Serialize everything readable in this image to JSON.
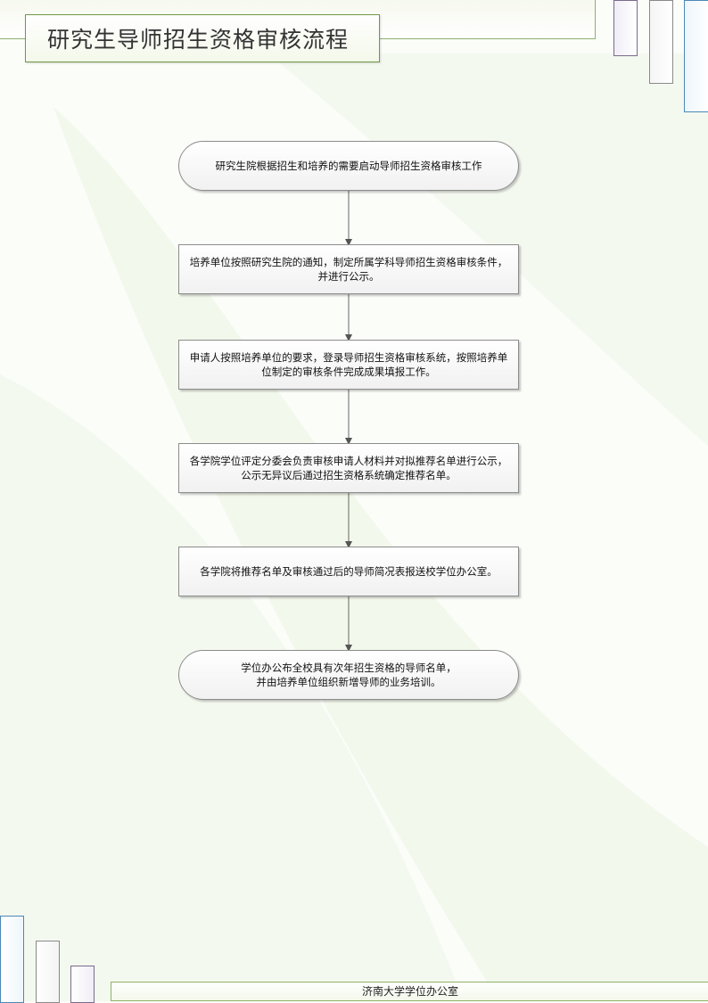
{
  "title": "研究生导师招生资格审核流程",
  "steps": [
    "研究生院根据招生和培养的需要启动导师招生资格审核工作",
    "培养单位按照研究生院的通知，制定所属学科导师招生资格审核条件，并进行公示。",
    "申请人按照培养单位的要求，登录导师招生资格审核系统，按照培养单位制定的审核条件完成成果填报工作。",
    "各学院学位评定分委会负责审核申请人材料并对拟推荐名单进行公示，公示无异议后通过招生资格系统确定推荐名单。",
    "各学院将推荐名单及审核通过后的导师简况表报送校学位办公室。",
    "学位办公布全校具有次年招生资格的导师名单，\n并由培养单位组织新增导师的业务培训。"
  ],
  "footer": "济南大学学位办公室",
  "colors": {
    "frame_green": "#8fb06a",
    "accent_blue": "#4b88b5",
    "accent_purple": "#7a6a8c",
    "node_border": "#8c8c8c"
  }
}
